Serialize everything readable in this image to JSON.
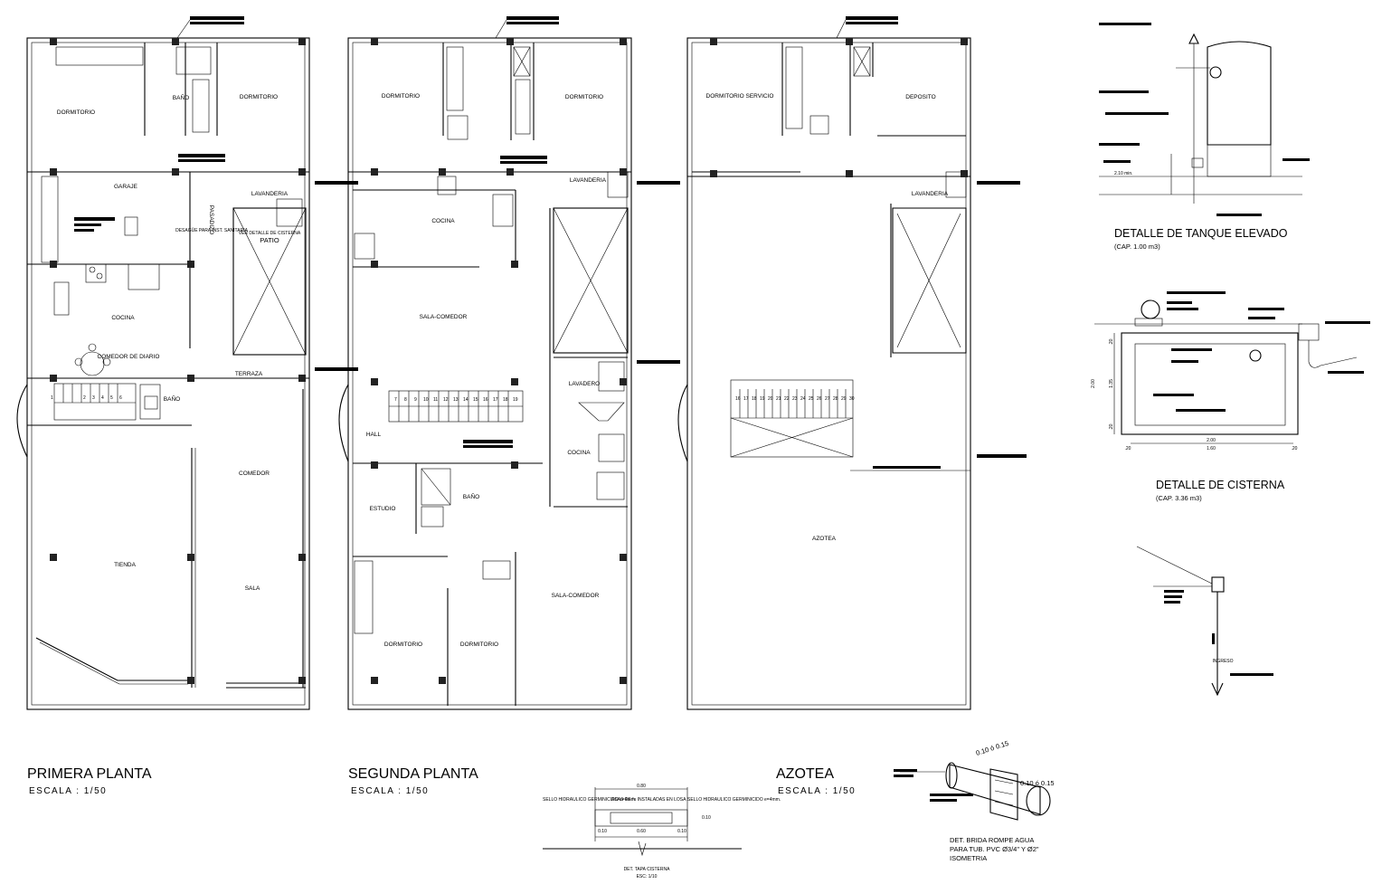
{
  "plans": {
    "primera": {
      "title": "PRIMERA PLANTA",
      "scale": "ESCALA : 1/50",
      "rooms": {
        "dormitorio_a": "DORMITORIO",
        "dormitorio_b": "DORMITORIO",
        "bano_a": "BAÑO",
        "garaje": "GARAJE",
        "pasadizo": "PASADIZO",
        "lavanderia": "LAVANDERIA",
        "patio": "PATIO",
        "cocina": "COCINA",
        "comedor_diario": "COMEDOR DE DIARIO",
        "terraza": "TERRAZA",
        "bano_b": "BAÑO",
        "comedor": "COMEDOR",
        "tienda": "TIENDA",
        "sala": "SALA"
      },
      "notes": {
        "patio_note": "VER DETALLE DE CISTERNA",
        "pasadizo_note": "DESAGÜE PARA INST. SANITARIA"
      },
      "stair_steps": [
        "1",
        "2",
        "3",
        "4",
        "5",
        "6"
      ]
    },
    "segunda": {
      "title": "SEGUNDA  PLANTA",
      "scale": "ESCALA : 1/50",
      "rooms": {
        "dormitorio_a": "DORMITORIO",
        "dormitorio_b": "DORMITORIO",
        "lavanderia": "LAVANDERIA",
        "cocina_a": "COCINA",
        "sala_comedor_a": "SALA-COMEDOR",
        "lavadero": "LAVADERO",
        "hall": "HALL",
        "cocina_b": "COCINA",
        "estudio": "ESTUDIO",
        "bano": "BAÑO",
        "sala_comedor_b": "SALA-COMEDOR",
        "dormitorio_c": "DORMITORIO",
        "dormitorio_d": "DORMITORIO"
      },
      "stair_steps": [
        "7",
        "8",
        "9",
        "10",
        "11",
        "12",
        "13",
        "14",
        "15",
        "16",
        "17",
        "18",
        "19"
      ]
    },
    "azotea": {
      "title": "AZOTEA",
      "scale": "ESCALA : 1/50",
      "rooms": {
        "dormitorio_servicio": "DORMITORIO SERVICIO",
        "deposito": "DEPOSITO",
        "lavanderia": "LAVANDERIA",
        "azotea": "AZOTEA"
      },
      "stair_steps": [
        "16",
        "17",
        "18",
        "19",
        "20",
        "21",
        "22",
        "23",
        "24",
        "25",
        "26",
        "27",
        "28",
        "29",
        "30"
      ]
    }
  },
  "details": {
    "tanque": {
      "title": "DETALLE DE TANQUE ELEVADO",
      "capacity": "(CAP. 1.00 m3)",
      "dim": "2.10 min."
    },
    "cisterna": {
      "title": "DETALLE DE CISTERNA",
      "capacity": "(CAP. 3.36 m3)",
      "dims": {
        "total": "2.00",
        "inner": "1.60",
        "side_a": ".20",
        "side_b": ".20",
        "height": "2.00",
        "h_inner": "1.35",
        "h_top": ".20",
        "h_bottom": ".20"
      }
    },
    "ingreso": {
      "label": "INGRESO"
    },
    "tapa": {
      "title": "DET. TAPA CISTERNA",
      "scale": "ESC: 1/10",
      "dims": {
        "total": "0.80",
        "inner": "0.60",
        "left": "0.10",
        "right": "0.10",
        "depth": "0.10"
      },
      "notes": {
        "left": "SELLO HIDRAULICO GERMINICIDO e=4mm.",
        "center": "ASAS DE fe INSTALADAS EN LOSA",
        "right": "SELLO HIDRAULICO GERMINICIDO e=4mm."
      }
    },
    "brida": {
      "title": "DET. BRIDA ROMPE AGUA",
      "line2": "PARA TUB. PVC Ø3/4\" Y Ø2\"",
      "line3": "ISOMETRIA",
      "dim_a": "0.10 ó 0.15",
      "dim_b": "0.10 ó 0.15"
    }
  }
}
